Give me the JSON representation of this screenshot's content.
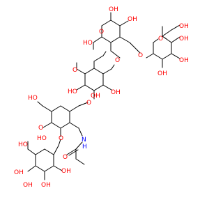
{
  "diagram": {
    "type": "skeletal structural formula",
    "colors": {
      "bond": "#000000",
      "oxygen": "#ff0000",
      "nitrogen": "#0000ff",
      "background": "#ffffff"
    },
    "atom_labels": [
      {
        "id": "o1",
        "text": "OH",
        "element": "O"
      },
      {
        "id": "o2",
        "text": "OH",
        "element": "O"
      },
      {
        "id": "o3",
        "text": "O",
        "element": "O"
      },
      {
        "id": "o4",
        "text": "O",
        "element": "O"
      },
      {
        "id": "o5",
        "text": "OH",
        "element": "O"
      },
      {
        "id": "o6",
        "text": "OH",
        "element": "O"
      },
      {
        "id": "o7",
        "text": "HO",
        "element": "O"
      },
      {
        "id": "o8",
        "text": "O",
        "element": "O"
      },
      {
        "id": "o9",
        "text": "OH",
        "element": "O"
      },
      {
        "id": "o10",
        "text": "OH",
        "element": "O"
      },
      {
        "id": "o11",
        "text": "O",
        "element": "O"
      },
      {
        "id": "o12",
        "text": "OH",
        "element": "O"
      },
      {
        "id": "o13",
        "text": "O",
        "element": "O"
      },
      {
        "id": "o14",
        "text": "HO",
        "element": "O"
      },
      {
        "id": "o15",
        "text": "OH",
        "element": "O"
      },
      {
        "id": "o16",
        "text": "O",
        "element": "O"
      },
      {
        "id": "o17",
        "text": "HO",
        "element": "O"
      },
      {
        "id": "o18",
        "text": "O",
        "element": "O"
      },
      {
        "id": "n1",
        "text": "N",
        "element": "N"
      },
      {
        "id": "h1",
        "text": "H",
        "element": "N"
      },
      {
        "id": "o19",
        "text": "HO",
        "element": "O"
      },
      {
        "id": "o20",
        "text": "O",
        "element": "O"
      },
      {
        "id": "o21",
        "text": "O",
        "element": "O"
      },
      {
        "id": "o22",
        "text": "OH",
        "element": "O"
      },
      {
        "id": "o23",
        "text": "HO",
        "element": "O"
      },
      {
        "id": "o24",
        "text": "OH",
        "element": "O"
      },
      {
        "id": "o25",
        "text": "OH",
        "element": "O"
      },
      {
        "id": "o26",
        "text": "OH",
        "element": "O"
      }
    ]
  }
}
